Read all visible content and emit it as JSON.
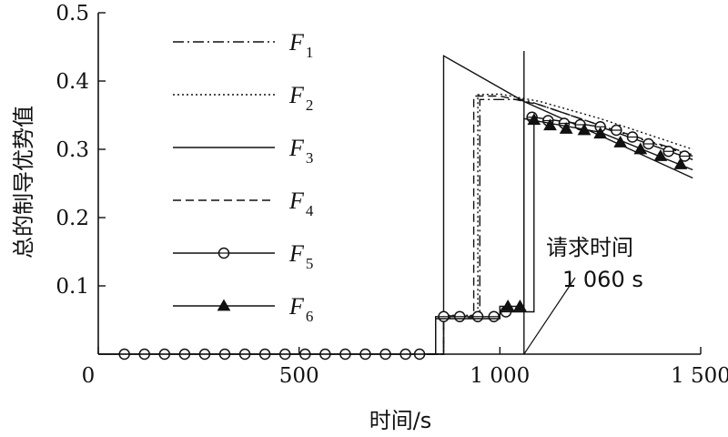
{
  "chart_data": {
    "type": "line",
    "xlabel": "时间/s",
    "ylabel": "总的制导优势值",
    "xlim": [
      0,
      1500
    ],
    "ylim": [
      0,
      0.5
    ],
    "xticks": [
      0,
      500,
      1000,
      1500
    ],
    "xtick_labels": [
      "0",
      "500",
      "1 000",
      "1 500"
    ],
    "yticks": [
      0.1,
      0.2,
      0.3,
      0.4,
      0.5
    ],
    "ytick_labels": [
      "0.1",
      "0.2",
      "0.3",
      "0.4",
      "0.5"
    ],
    "grid": false,
    "legend": "top-left",
    "annotation": {
      "label": "请求时间",
      "value_label": "1 060 s",
      "x": 1060
    },
    "series": [
      {
        "name": "F",
        "sub": "1",
        "dash": "dashdot",
        "marker": "none",
        "points": [
          [
            820,
            0
          ],
          [
            860,
            0
          ],
          [
            860,
            0.056
          ],
          [
            950,
            0.056
          ],
          [
            950,
            0.373
          ],
          [
            1060,
            0.373
          ],
          [
            1200,
            0.345
          ],
          [
            1350,
            0.315
          ],
          [
            1480,
            0.29
          ]
        ]
      },
      {
        "name": "F",
        "sub": "2",
        "dash": "dotted",
        "marker": "none",
        "points": [
          [
            820,
            0
          ],
          [
            860,
            0
          ],
          [
            860,
            0.057
          ],
          [
            945,
            0.057
          ],
          [
            945,
            0.38
          ],
          [
            1000,
            0.381
          ],
          [
            1100,
            0.37
          ],
          [
            1250,
            0.345
          ],
          [
            1480,
            0.3
          ]
        ]
      },
      {
        "name": "F",
        "sub": "3",
        "dash": "solid",
        "marker": "none",
        "points": [
          [
            820,
            0
          ],
          [
            860,
            0
          ],
          [
            860,
            0.437
          ],
          [
            1060,
            0.37
          ],
          [
            1250,
            0.32
          ],
          [
            1480,
            0.258
          ]
        ]
      },
      {
        "name": "F",
        "sub": "4",
        "dash": "dashed",
        "marker": "none",
        "points": [
          [
            820,
            0
          ],
          [
            860,
            0
          ],
          [
            860,
            0.053
          ],
          [
            935,
            0.053
          ],
          [
            935,
            0.378
          ],
          [
            1000,
            0.378
          ],
          [
            1100,
            0.365
          ],
          [
            1250,
            0.335
          ],
          [
            1480,
            0.292
          ]
        ]
      },
      {
        "name": "F",
        "sub": "5",
        "dash": "solid",
        "marker": "circle",
        "points": [
          [
            0,
            0
          ],
          [
            840,
            0
          ],
          [
            840,
            0.055
          ],
          [
            1000,
            0.055
          ],
          [
            1000,
            0.062
          ],
          [
            1085,
            0.062
          ],
          [
            1085,
            0.347
          ],
          [
            1250,
            0.333
          ],
          [
            1480,
            0.285
          ]
        ],
        "markers": [
          [
            65,
            0
          ],
          [
            115,
            0
          ],
          [
            165,
            0
          ],
          [
            215,
            0
          ],
          [
            265,
            0
          ],
          [
            315,
            0
          ],
          [
            365,
            0
          ],
          [
            415,
            0
          ],
          [
            465,
            0
          ],
          [
            515,
            0
          ],
          [
            565,
            0
          ],
          [
            615,
            0
          ],
          [
            665,
            0
          ],
          [
            715,
            0
          ],
          [
            765,
            0
          ],
          [
            800,
            0
          ],
          [
            860,
            0.055
          ],
          [
            900,
            0.055
          ],
          [
            945,
            0.055
          ],
          [
            985,
            0.055
          ],
          [
            1015,
            0.062
          ],
          [
            1080,
            0.347
          ],
          [
            1120,
            0.342
          ],
          [
            1160,
            0.338
          ],
          [
            1200,
            0.336
          ],
          [
            1250,
            0.333
          ],
          [
            1290,
            0.328
          ],
          [
            1330,
            0.318
          ],
          [
            1370,
            0.308
          ],
          [
            1420,
            0.297
          ],
          [
            1460,
            0.29
          ]
        ]
      },
      {
        "name": "F",
        "sub": "6",
        "dash": "solid",
        "marker": "triangle",
        "points": [
          [
            0,
            0
          ],
          [
            840,
            0
          ],
          [
            840,
            0.052
          ],
          [
            1000,
            0.052
          ],
          [
            1000,
            0.07
          ],
          [
            1060,
            0.07
          ],
          [
            1060,
            0.345
          ],
          [
            1250,
            0.325
          ],
          [
            1480,
            0.27
          ]
        ],
        "markers": [
          [
            1020,
            0.07
          ],
          [
            1050,
            0.07
          ],
          [
            1085,
            0.343
          ],
          [
            1125,
            0.335
          ],
          [
            1165,
            0.33
          ],
          [
            1210,
            0.328
          ],
          [
            1250,
            0.323
          ],
          [
            1300,
            0.31
          ],
          [
            1350,
            0.3
          ],
          [
            1400,
            0.29
          ],
          [
            1450,
            0.278
          ]
        ]
      }
    ]
  }
}
